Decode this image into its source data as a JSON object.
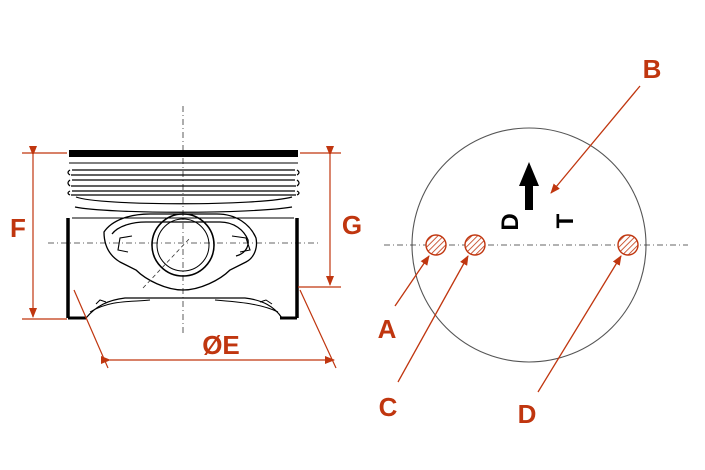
{
  "colors": {
    "accent": "#c0360f",
    "line": "#000000",
    "circle": "#555555",
    "centerline": "#333333"
  },
  "piston_view": {
    "dim_height_total": "F",
    "dim_height_pin": "G",
    "dim_diameter": "ØE"
  },
  "top_view": {
    "arrow_icon": "arrow-up-icon",
    "marking_d": "D",
    "marking_t": "T",
    "callouts": [
      {
        "id": "A",
        "label": "A"
      },
      {
        "id": "B",
        "label": "B"
      },
      {
        "id": "C",
        "label": "C"
      },
      {
        "id": "D",
        "label": "D"
      }
    ]
  }
}
